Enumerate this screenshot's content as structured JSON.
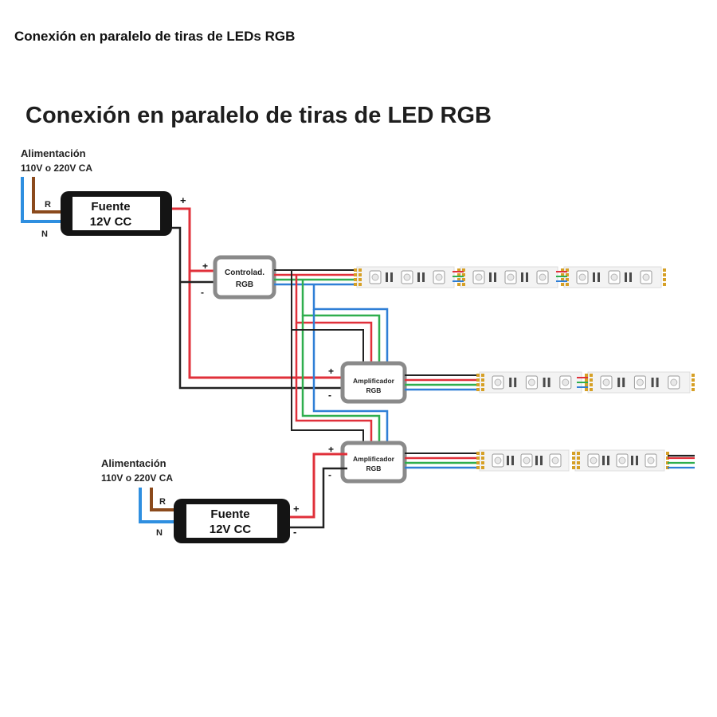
{
  "caption": "Conexión en paralelo de tiras de LEDs RGB",
  "diagram": {
    "title": "Conexión en paralelo de tiras de LED RGB",
    "mains_top": {
      "label": "Alimentación",
      "voltage": "110V o 220V CA",
      "phase": "R",
      "neutral": "N"
    },
    "mains_bottom": {
      "label": "Alimentación",
      "voltage": "110V o 220V CA",
      "phase": "R",
      "neutral": "N"
    },
    "psu_top": {
      "line1": "Fuente",
      "line2": "12V CC",
      "plus": "+",
      "minus": "-"
    },
    "psu_bottom": {
      "line1": "Fuente",
      "line2": "12V CC",
      "plus": "+",
      "minus": "-"
    },
    "controller": {
      "line1": "Controlad.",
      "line2": "RGB",
      "plus": "+",
      "minus": "-"
    },
    "amp1": {
      "line1": "Amplificador",
      "line2": "RGB",
      "plus": "+",
      "minus": "-"
    },
    "amp2": {
      "line1": "Amplificador",
      "line2": "RGB",
      "plus": "+",
      "minus": "-"
    }
  },
  "colors": {
    "wire_red": "#e0303a",
    "wire_green": "#2fae4e",
    "wire_blue": "#2f7fd6",
    "wire_black": "#222222",
    "mains_brown": "#8b4a1c",
    "mains_blue": "#2f8fe0",
    "psu_body": "#141414",
    "box_border": "#8a8a8a",
    "led_pad": "#d6a026"
  }
}
